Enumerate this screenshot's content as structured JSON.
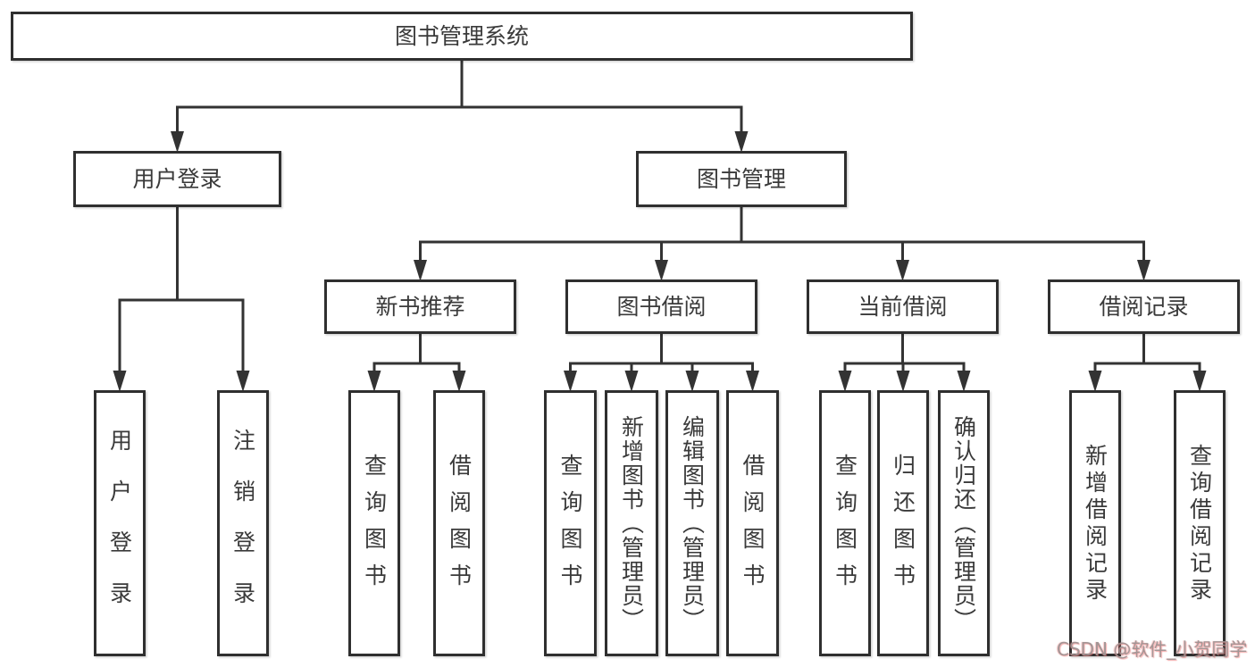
{
  "diagram": {
    "title": "图书管理系统",
    "colors": {
      "line": "#333333",
      "border": "#2f2f2f",
      "text": "#3a3a3a",
      "background": "#ffffff",
      "watermark": "#c89a9a"
    }
  },
  "watermark": {
    "text": "CSDN @软件_小贺同学"
  },
  "nodes": [
    {
      "id": "system",
      "label": "图书管理系统",
      "parent": null
    },
    {
      "id": "user-login",
      "label": "用户登录",
      "parent": "system"
    },
    {
      "id": "book-mgmt",
      "label": "图书管理",
      "parent": "system"
    },
    {
      "id": "new-book-rec",
      "label": "新书推荐",
      "parent": "book-mgmt"
    },
    {
      "id": "book-borrow",
      "label": "图书借阅",
      "parent": "book-mgmt"
    },
    {
      "id": "current-borrow",
      "label": "当前借阅",
      "parent": "book-mgmt"
    },
    {
      "id": "borrow-record",
      "label": "借阅记录",
      "parent": "book-mgmt"
    },
    {
      "id": "leaf-user-login",
      "label": "用户登录",
      "parent": "user-login"
    },
    {
      "id": "leaf-logout",
      "label": "注销登录",
      "parent": "user-login"
    },
    {
      "id": "leaf-query-book-1",
      "label": "查询图书",
      "parent": "new-book-rec"
    },
    {
      "id": "leaf-borrow-book-1",
      "label": "借阅图书",
      "parent": "new-book-rec"
    },
    {
      "id": "leaf-query-book-2",
      "label": "查询图书",
      "parent": "book-borrow"
    },
    {
      "id": "leaf-add-book",
      "label": "新增图书（管理员）",
      "parent": "book-borrow"
    },
    {
      "id": "leaf-edit-book",
      "label": "编辑图书（管理员）",
      "parent": "book-borrow"
    },
    {
      "id": "leaf-borrow-book-2",
      "label": "借阅图书",
      "parent": "book-borrow"
    },
    {
      "id": "leaf-query-book-3",
      "label": "查询图书",
      "parent": "current-borrow"
    },
    {
      "id": "leaf-return-book",
      "label": "归还图书",
      "parent": "current-borrow"
    },
    {
      "id": "leaf-confirm-return",
      "label": "确认归还（管理员）",
      "parent": "current-borrow"
    },
    {
      "id": "leaf-add-borrow-record",
      "label": "新增借阅记录",
      "parent": "borrow-record"
    },
    {
      "id": "leaf-query-borrow-record",
      "label": "查询借阅记录",
      "parent": "borrow-record"
    }
  ]
}
